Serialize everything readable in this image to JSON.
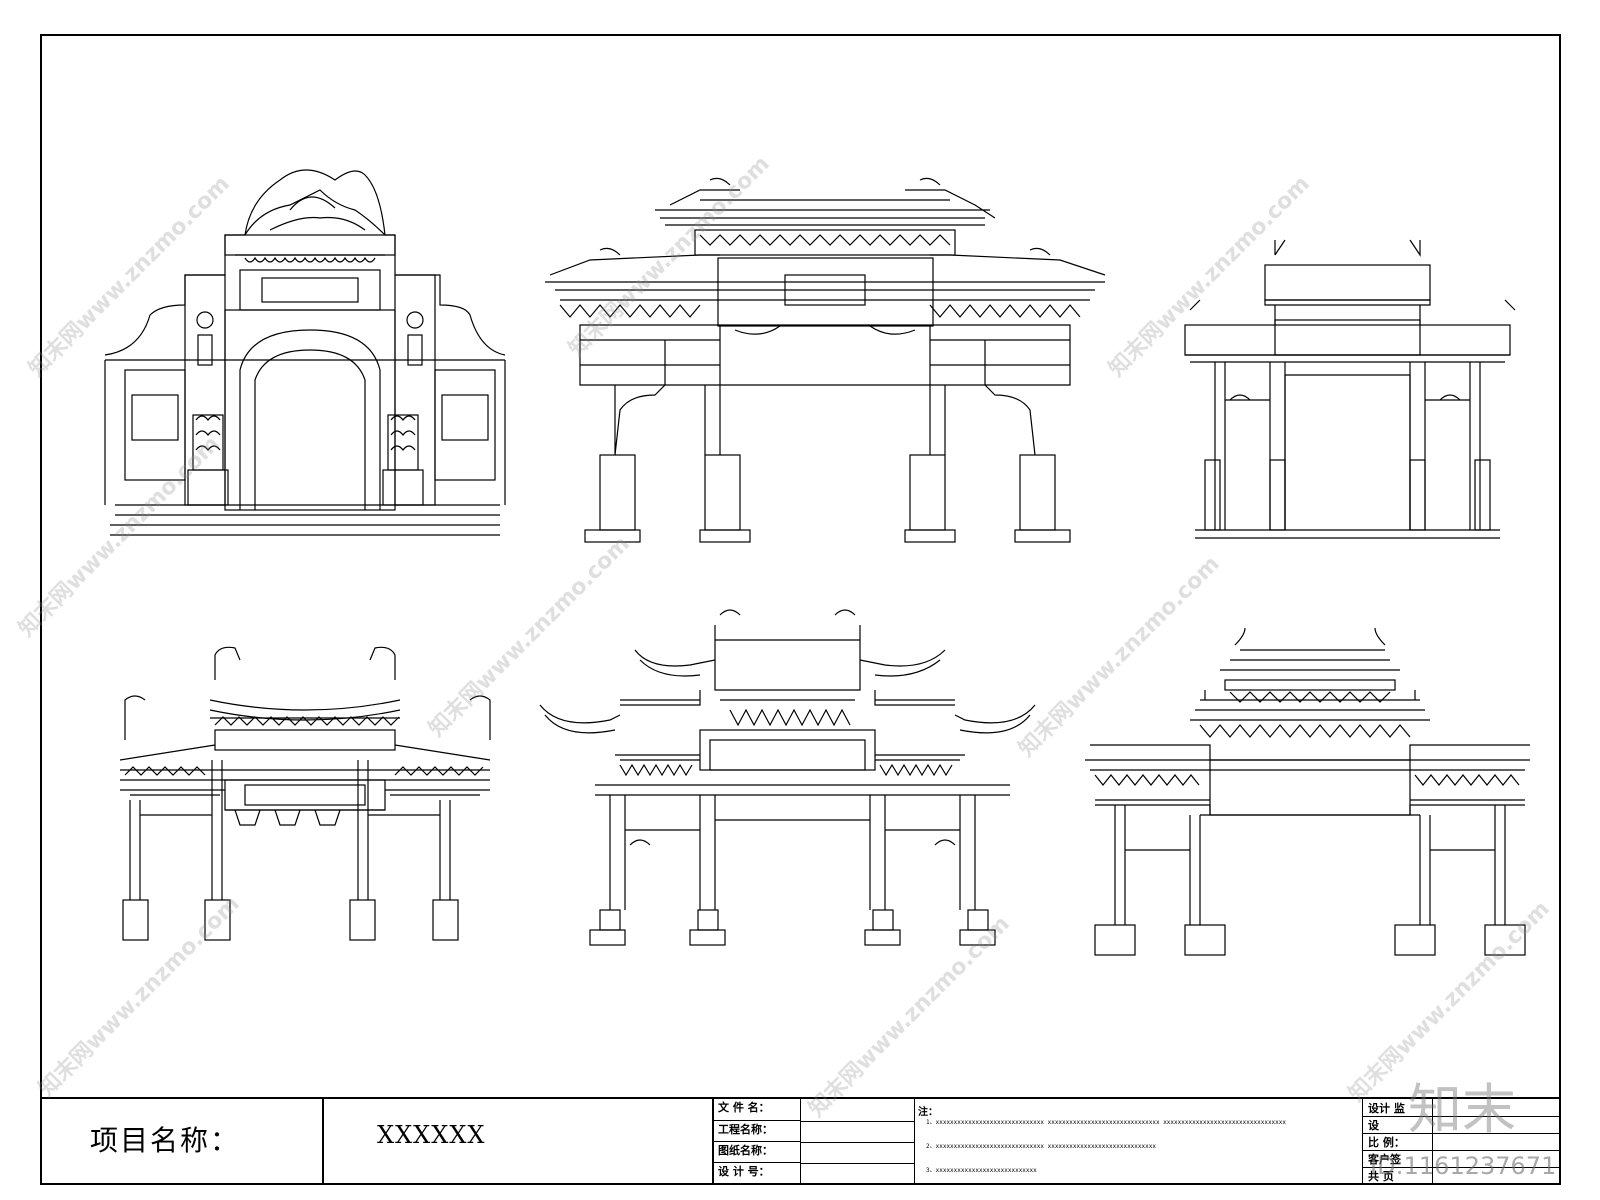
{
  "title_block": {
    "project_label": "项目名称：",
    "project_value": "XXXXXX",
    "file_name_label": "文 件 名：",
    "engineering_name_label": "工程名称：",
    "drawing_name_label": "图纸名称：",
    "design_no_label": "设 计 号：",
    "notes_title": "注：",
    "note1": "1、xxxxxxxxxxxxxxxxxxxxxxxxxxxxxx   xxxxxxxxxxxxxxxxxxxxxxxxxxxxxxx   xxxxxxxxxxxxxxxxxxxxxxxxxxxxxxxxxx",
    "note2": "2、xxxxxxxxxxxxxxxxxxxxxxxxxxxxxx   xxxxxxxxxxxxxxxxxxxxxxxxxxxxxx",
    "note3": "3、xxxxxxxxxxxxxxxxxxxxxxxxxxxx",
    "right_labels": [
      "设计 监",
      "设",
      "比   例：",
      "客户签",
      "共    页"
    ]
  },
  "watermarks": {
    "site": "知末网www.znzmo.com",
    "brand": "知末",
    "id": "ID:1161237671"
  },
  "colors": {
    "line": "#000000",
    "background": "#ffffff",
    "watermark": "#8c8c8c"
  }
}
